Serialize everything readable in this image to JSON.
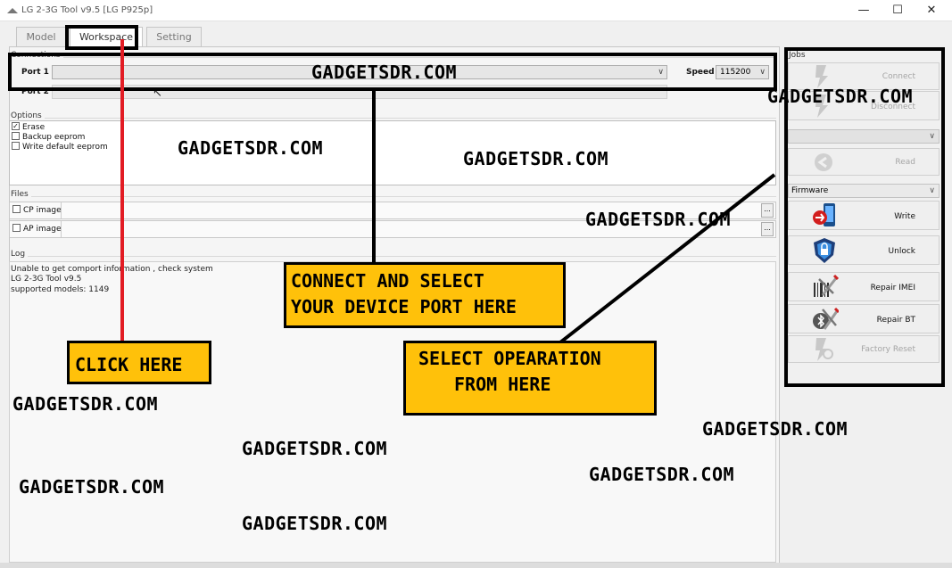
{
  "window": {
    "title": "LG 2-3G Tool v9.5 [LG P925p]",
    "minimize_glyph": "—",
    "maximize_glyph": "☐",
    "close_glyph": "✕"
  },
  "tabs": [
    {
      "label": "Model"
    },
    {
      "label": "Workspace"
    },
    {
      "label": "Setting"
    }
  ],
  "connections": {
    "group_label": "Connections",
    "port1_label": "Port 1",
    "port1_value": "",
    "port2_label": "Port 2",
    "speed_label": "Speed",
    "speed_value": "115200"
  },
  "options": {
    "group_label": "Options",
    "items": [
      {
        "label": "Erase",
        "checked": true
      },
      {
        "label": "Backup eeprom",
        "checked": false
      },
      {
        "label": "Write default eeprom",
        "checked": false
      }
    ]
  },
  "files": {
    "group_label": "Files",
    "rows": [
      {
        "label": "CP image",
        "browse": "..."
      },
      {
        "label": "AP image",
        "browse": "..."
      }
    ]
  },
  "log": {
    "group_label": "Log",
    "lines": [
      "Unable to get comport information , check system",
      "LG 2-3G Tool v9.5",
      "supported models: 1149"
    ]
  },
  "jobs": {
    "group_label": "Jobs",
    "connect_label": "Connect",
    "disconnect_label": "Disconnect",
    "read_label": "Read",
    "operation_dropdown": "Firmware",
    "write_label": "Write",
    "unlock_label": "Unlock",
    "repair_imei_label": "Repair IMEI",
    "repair_bt_label": "Repair BT",
    "factory_reset_label": "Factory Reset"
  },
  "annotations": {
    "watermark": "GADGETSDR.COM",
    "click_here": "CLICK HERE",
    "connect_line1": "CONNECT AND SELECT",
    "connect_line2": "YOUR DEVICE PORT HERE",
    "select_line1": "SELECT OPEARATION",
    "select_line2": "FROM HERE",
    "callout_color": "#ffc10a",
    "arrow_red": "#e21c24"
  }
}
